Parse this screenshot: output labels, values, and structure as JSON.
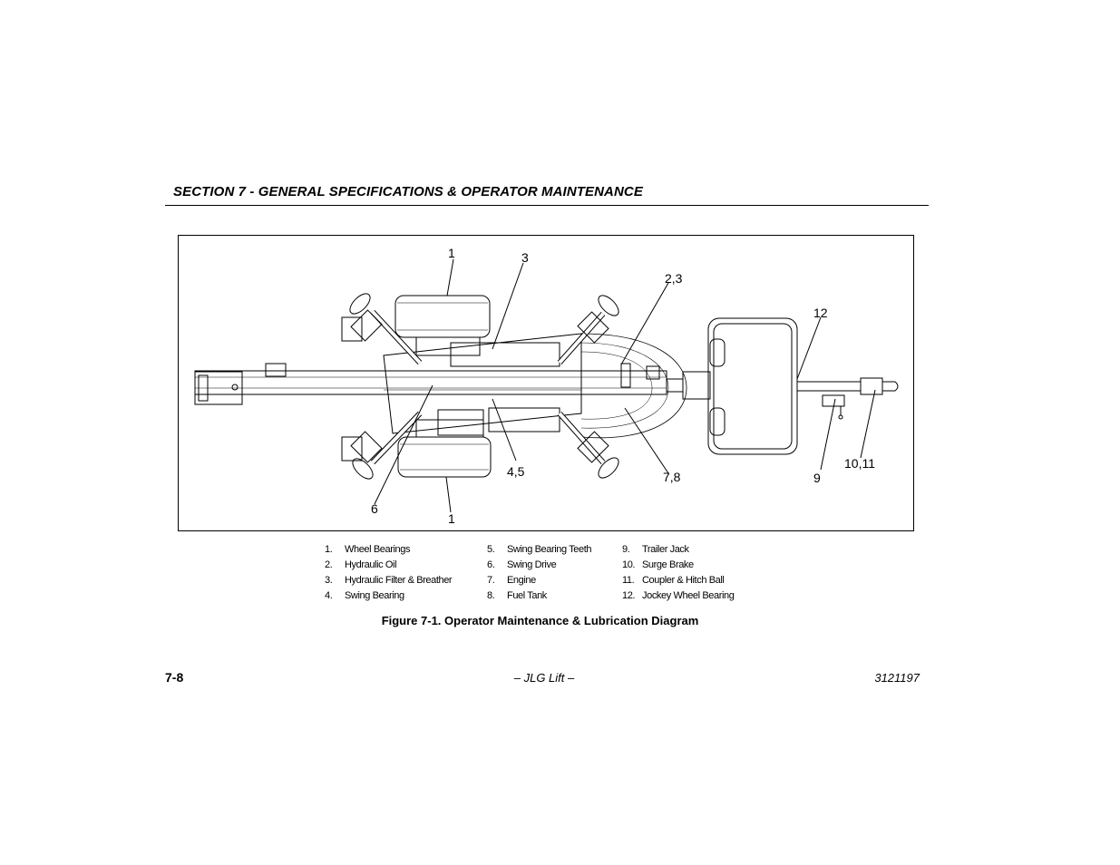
{
  "header": {
    "section_title": "SECTION 7 - GENERAL SPECIFICATIONS & OPERATOR MAINTENANCE"
  },
  "figure": {
    "callouts": {
      "c1_top": "1",
      "c3": "3",
      "c23": "2,3",
      "c12": "12",
      "c45": "4,5",
      "c78": "7,8",
      "c9": "9",
      "c1011": "10,11",
      "c6": "6",
      "c1_bottom": "1"
    },
    "legend": [
      {
        "num": "1.",
        "text": "Wheel Bearings"
      },
      {
        "num": "2.",
        "text": "Hydraulic Oil"
      },
      {
        "num": "3.",
        "text": "Hydraulic Filter & Breather"
      },
      {
        "num": "4.",
        "text": "Swing Bearing"
      },
      {
        "num": "5.",
        "text": "Swing Bearing Teeth"
      },
      {
        "num": "6.",
        "text": "Swing Drive"
      },
      {
        "num": "7.",
        "text": "Engine"
      },
      {
        "num": "8.",
        "text": "Fuel Tank"
      },
      {
        "num": "9.",
        "text": "Trailer Jack"
      },
      {
        "num": "10.",
        "text": "Surge Brake"
      },
      {
        "num": "11.",
        "text": "Coupler & Hitch Ball"
      },
      {
        "num": "12.",
        "text": "Jockey Wheel Bearing"
      }
    ],
    "caption": "Figure 7-1. Operator Maintenance & Lubrication Diagram"
  },
  "footer": {
    "page_number": "7-8",
    "center_text": "– JLG Lift –",
    "doc_number": "3121197"
  }
}
